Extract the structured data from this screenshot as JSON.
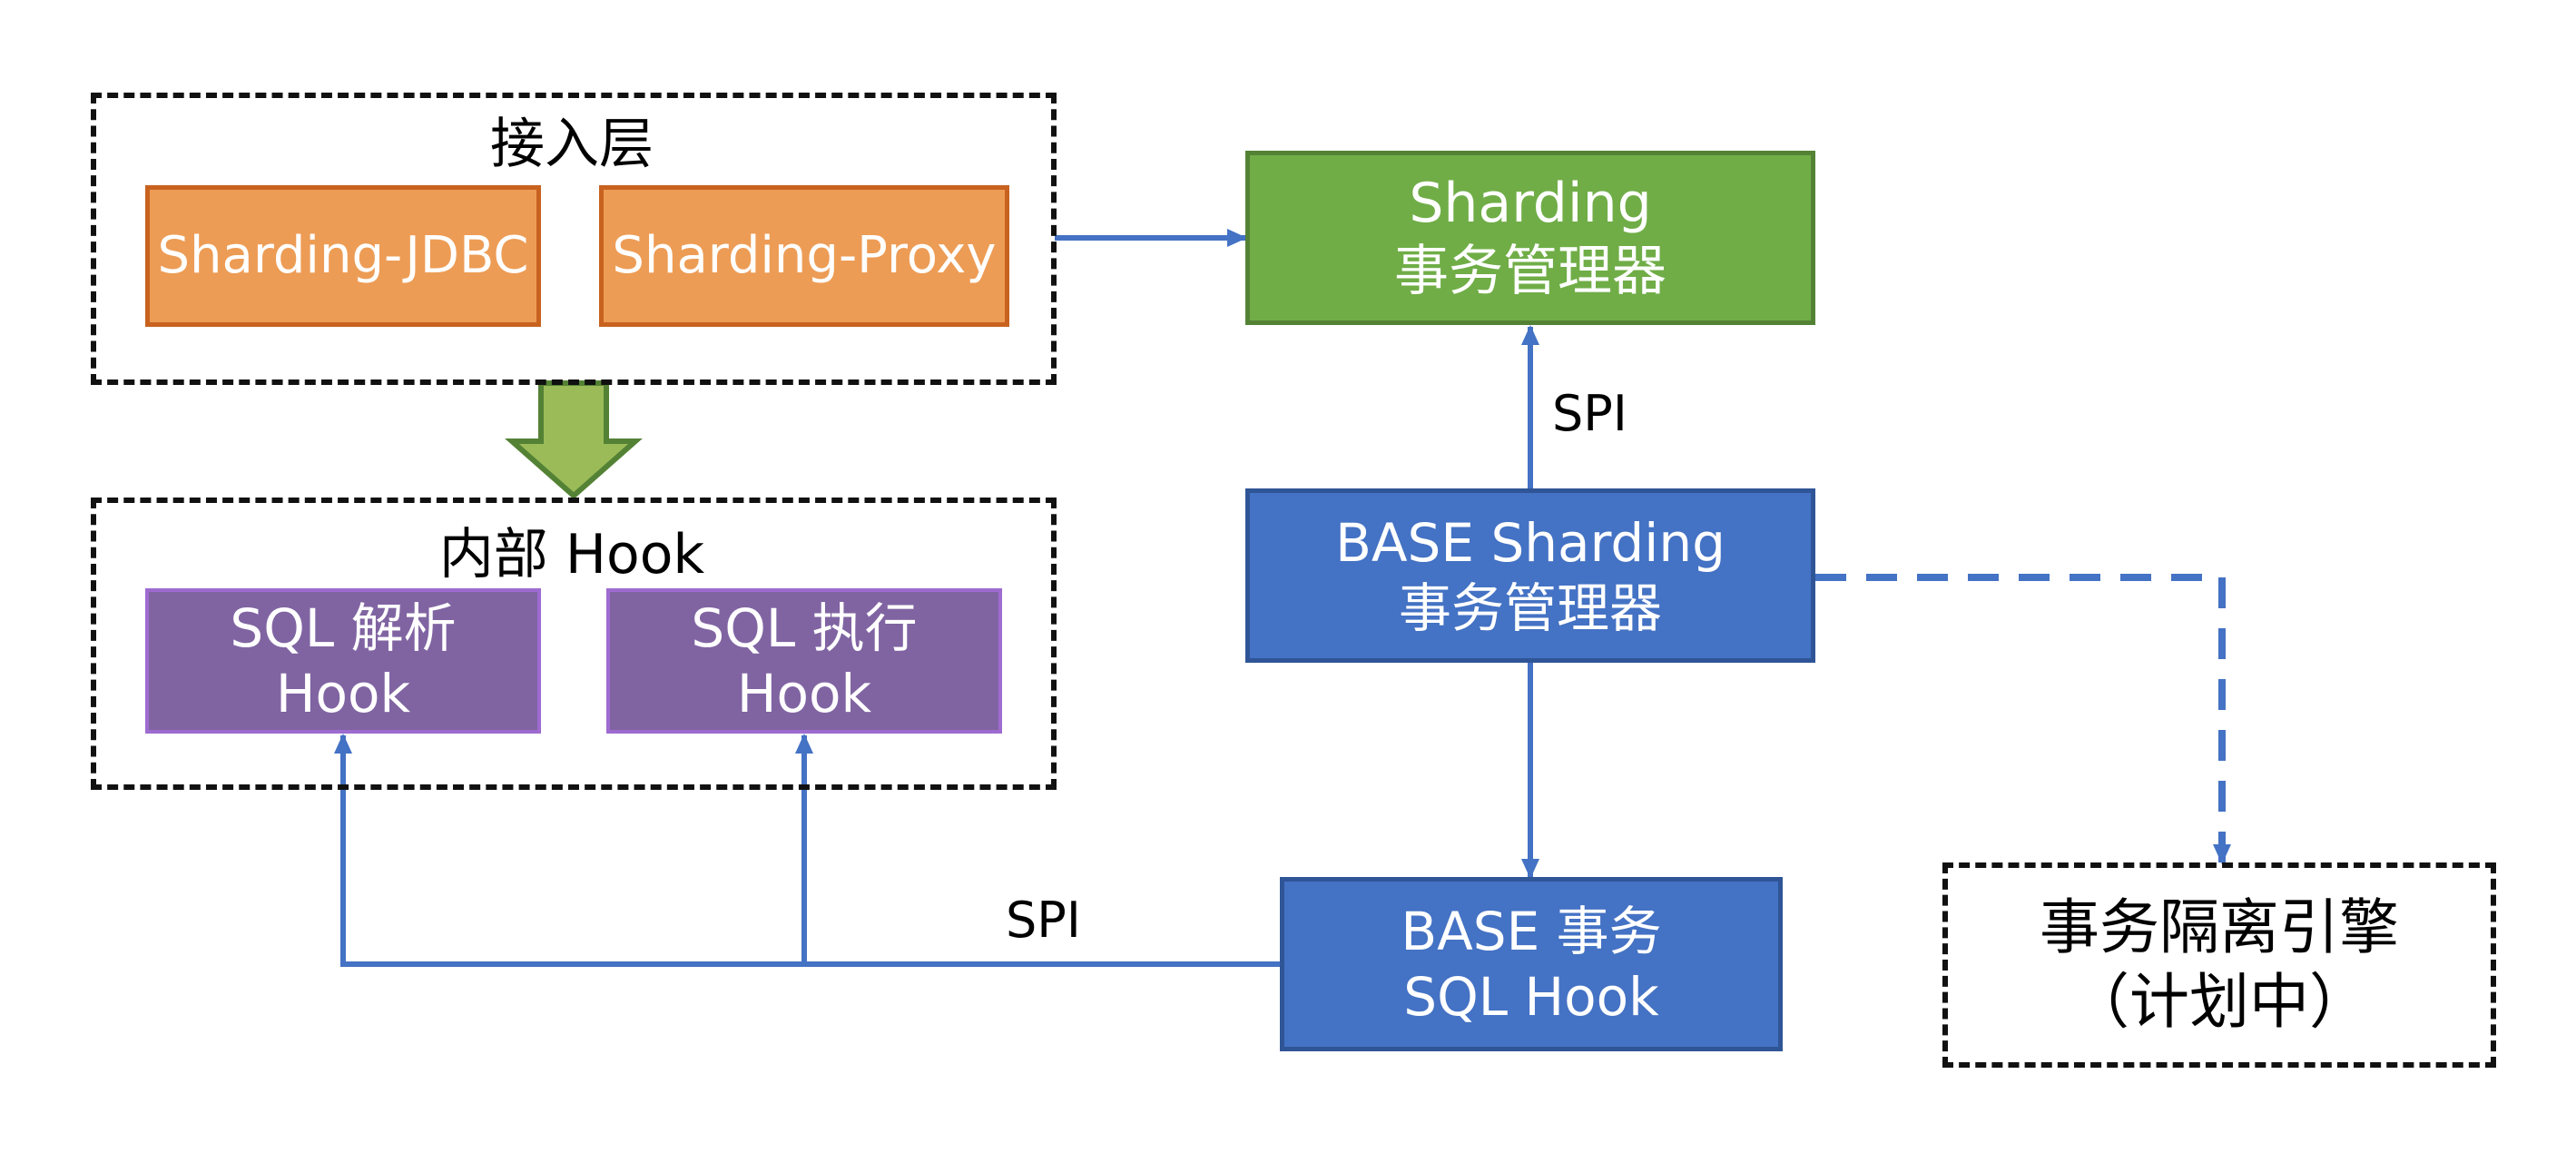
{
  "access_layer": {
    "title": "接入层",
    "jdbc": "Sharding-JDBC",
    "proxy": "Sharding-Proxy"
  },
  "internal_hook": {
    "title": "内部 Hook",
    "parse_line1": "SQL 解析",
    "parse_line2": "Hook",
    "exec_line1": "SQL 执行",
    "exec_line2": "Hook"
  },
  "sharding_tm": {
    "line1": "Sharding",
    "line2": "事务管理器"
  },
  "base_tm": {
    "line1": "BASE Sharding",
    "line2": "事务管理器"
  },
  "base_hook": {
    "line1": "BASE 事务",
    "line2": "SQL Hook"
  },
  "engine": {
    "line1": "事务隔离引擎",
    "line2": "（计划中）"
  },
  "labels": {
    "spi_top": "SPI",
    "spi_bottom": "SPI"
  },
  "colors": {
    "orange": "#ED9C55",
    "purple": "#8064A2",
    "green": "#70AD47",
    "blue": "#4472C4",
    "arrow": "#4472C4"
  }
}
